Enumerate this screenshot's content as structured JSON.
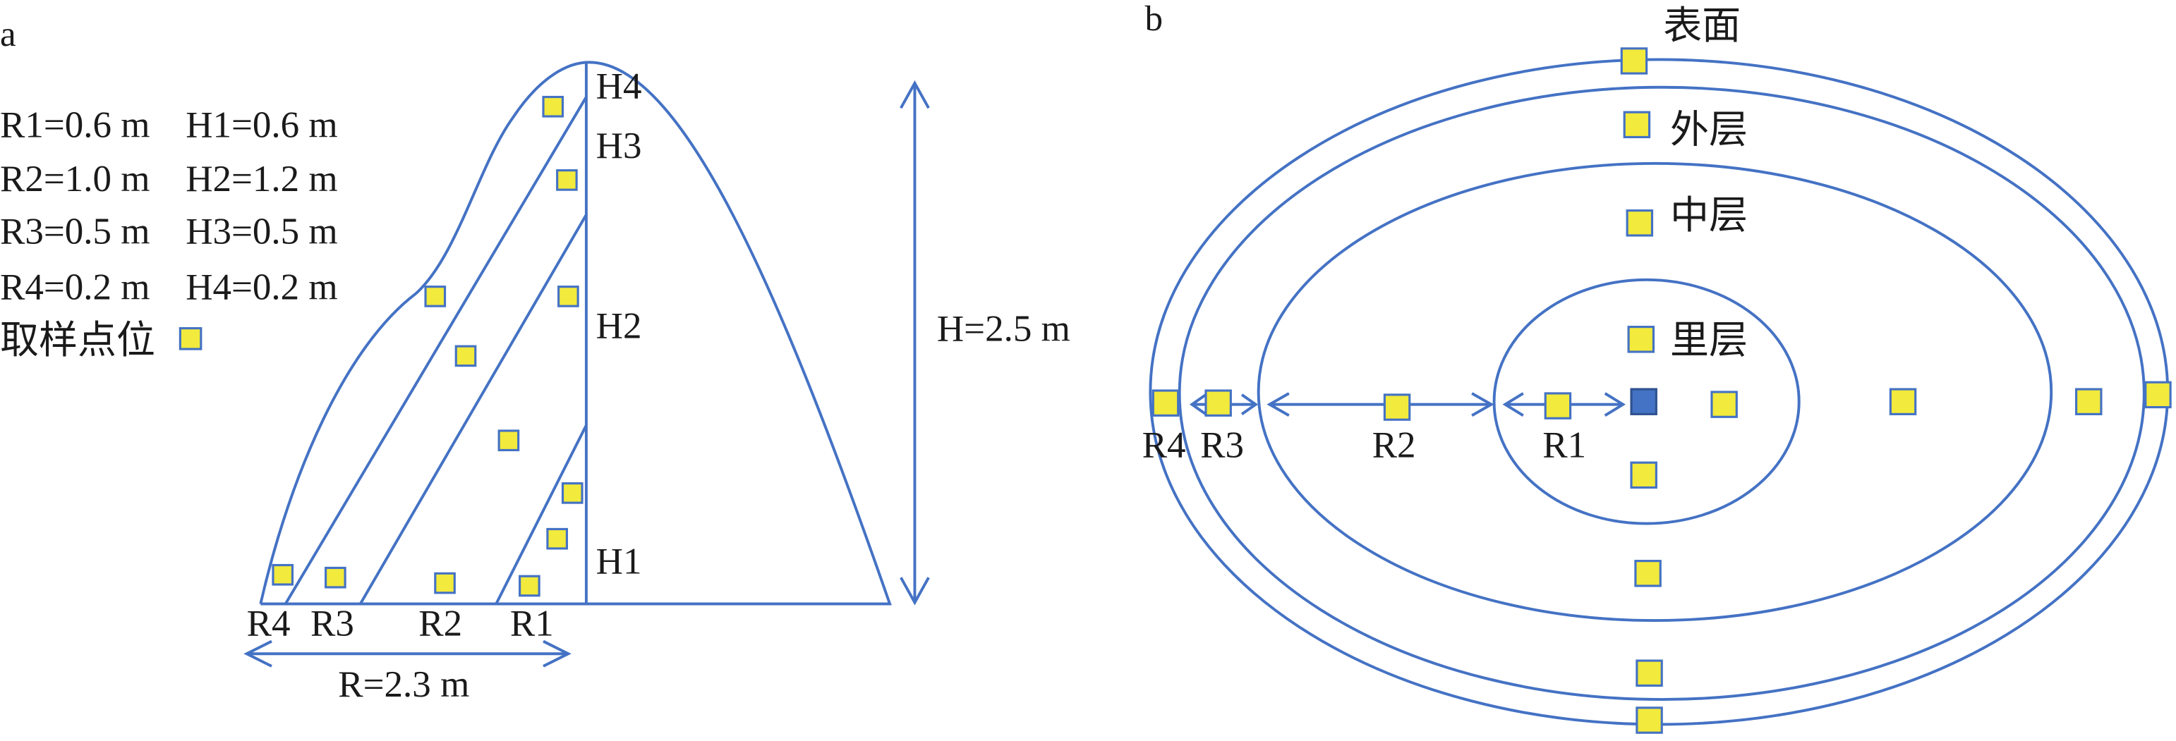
{
  "panel_a": {
    "label": "a",
    "params": [
      {
        "r": "R1=0.6 m",
        "h": "H1=0.6 m"
      },
      {
        "r": "R2=1.0 m",
        "h": "H2=1.2 m"
      },
      {
        "r": "R3=0.5 m",
        "h": "H3=0.5 m"
      },
      {
        "r": "R4=0.2 m",
        "h": "H4=0.2 m"
      }
    ],
    "legend_label": "取样点位",
    "height_labels": [
      "H4",
      "H3",
      "H2",
      "H1"
    ],
    "radius_labels": [
      "R4",
      "R3",
      "R2",
      "R1"
    ],
    "total_height": "H=2.5 m",
    "total_radius": "R=2.3 m"
  },
  "panel_b": {
    "label": "b",
    "layers": [
      "表面",
      "外层",
      "中层",
      "里层"
    ],
    "radius_labels": [
      "R4",
      "R3",
      "R2",
      "R1"
    ]
  },
  "colors": {
    "line": "#4472C4",
    "sample_point": "#F2EA3C",
    "center_point": "#4472C4"
  }
}
